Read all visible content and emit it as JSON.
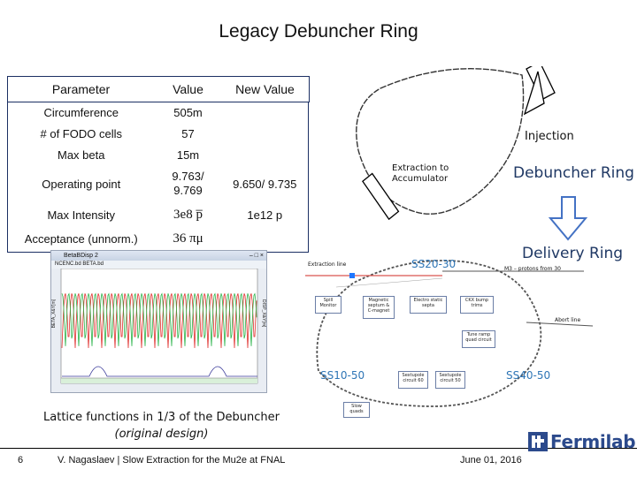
{
  "title": "Legacy Debuncher Ring",
  "table": {
    "headers": [
      "Parameter",
      "Value",
      "New Value"
    ],
    "rows": [
      {
        "param": "Circumference",
        "value": "505m",
        "new": ""
      },
      {
        "param": "# of FODO cells",
        "value": "57",
        "new": ""
      },
      {
        "param": "Max beta",
        "value": "15m",
        "new": ""
      },
      {
        "param": "Operating point",
        "value": "9.763/\n9.769",
        "new": "9.650/ 9.735"
      },
      {
        "param": "Max Intensity",
        "value": "3e8 p̅",
        "new": "1e12 p"
      },
      {
        "param": "Acceptance (unnorm.)",
        "value": "36 πμ",
        "new": ""
      }
    ]
  },
  "ring": {
    "injection": "Injection",
    "extraction": "Extraction to\nAccumulator",
    "debuncher": "Debuncher Ring",
    "delivery": "Delivery Ring"
  },
  "plot": {
    "window_title": "BetaBDisp 2",
    "toolbar_text": "NCENC.bd   BETA.bd",
    "left_axis": "BETA_X&Y[m]",
    "right_axis": "DISP_X&Y[m]"
  },
  "schematic": {
    "top_label": "SS20-30",
    "left_label": "SS10-50",
    "right_label": "SS40-50",
    "extraction_line": "Extraction line",
    "m3_line": "M3 – protons from 30",
    "abort_line": "Abort line",
    "boxes": {
      "spill_monitor": "Spill\nMonitor",
      "magnetic_septum": "Magnetic\nseptum &\nC-magnet",
      "electrostatic_septa": "Electro static\nsepta",
      "ckx_bump": "CKX bump\ntrims",
      "tune_ramp": "Tune ramp\nquad circuit",
      "sext60": "Sextupole\ncircuit 60",
      "sext50": "Sextupole\ncircuit 50",
      "slow_quads": "Slow\nquads"
    }
  },
  "caption": {
    "line1": "Lattice functions in 1/3 of the Debuncher",
    "line2": "(original design)"
  },
  "footer": {
    "page": "6",
    "author": "V. Nagaslaev | Slow Extraction for the Mu2e at FNAL",
    "date": "June 01, 2016",
    "brand": "Fermilab"
  },
  "colors": {
    "table_border": "#1b2f63",
    "label_blue": "#1f3864",
    "arrow_blue": "#4472c4",
    "ss_blue": "#2e75b6"
  }
}
